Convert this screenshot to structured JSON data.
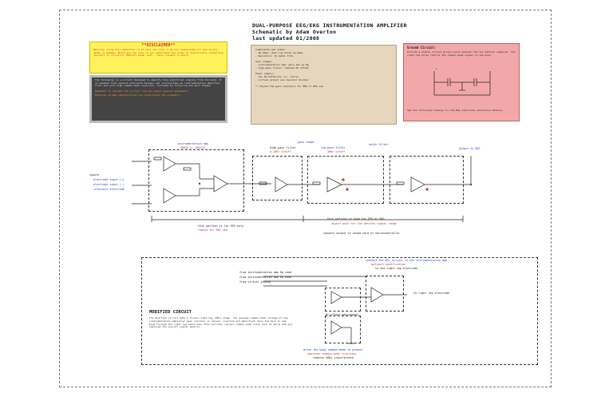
{
  "header": {
    "title_line1": "DUAL-PURPOSE EEG/EKG INSTRUMENTATION AMPLIFIER",
    "title_line2": "Schematic by Adam Overton",
    "title_line3": "last updated 01/2008"
  },
  "disclaimer": {
    "heading": "**DISCLAIMER**",
    "text": "Warning: using this amplifier is at your own risk. I am not responsible for any injury, death or damage. Build and use only if you understand the risks of electrically connecting yourself to circuitry. Battery power only - never connect to mains."
  },
  "notes_gray": {
    "text": "The following is a circuit designed to amplify tiny electrical signals from the body. It is adapted from several published designs and incorporates an instrumentation amplifier front end with high common-mode rejection, followed by filtering and gain stages.",
    "orange_1": "Remember to isolate the circuit from any mains-powered equipment!",
    "orange_2": "Optional op-amp substitutions are noted below the schematic."
  },
  "parts_notes": {
    "text": "Components and notes:\n- Op-amps: dual low-noise op-amps\n- Resistors: 1% metal film\n\nGain stages:\n- instrumentation amp: gain set by Rg\n- high-pass filter: removes DC offset\n\nPower supply:\n- two 9V batteries (+/- rails)\n- virtual ground via resistor divider\n\n** Adjust the gain resistors for EEG or EKG use"
  },
  "schematic_notes": {
    "heading": "Ground Circuit:",
    "text": "Provide a stable virtual ground point between the two battery supplies. The right-leg drive returns the common-mode signal to the body.",
    "text2": "See the following drawing for the DRL electrode connection details."
  },
  "labels": {
    "inst_amp": "instrumentation amp",
    "inst_amp_sub": "AD620 or INA128",
    "input_hdr": "inputs",
    "input_1": "electrode input (+)",
    "input_2": "electrode input (-)",
    "input_3": "reference electrode",
    "hp_filter": "high-pass filter",
    "hp_sub": "0.16Hz cutoff",
    "gain_stage": "gain stage",
    "lp_filter": "low-pass filter",
    "lp_sub": "40Hz cutoff",
    "notch": "notch filter",
    "output": "output to ADC",
    "stage_note_1": "this portion is for EEG only",
    "stage_note_2": "remove for EKG use",
    "stage_note_3": "this portion is used for EEG or EKG",
    "stage_note_4": "adjust gain for the desired signal range",
    "stage_note_5": "connect output to sound card or microcontroller",
    "mod_hdr": "connect the DRL circuit to the instrumentation amp",
    "mod_sub": "optional modification",
    "mod_sub2": "to the right leg electrode",
    "mod_in1": "from instrumentation amp Rg node",
    "mod_in2": "from instrumentation amp Rg node",
    "mod_in3": "from virtual ground",
    "mod_out": "to right leg electrode",
    "mod_dc": "DC offset adjustment",
    "mod_bottom1": "drive the body common-mode to ground",
    "mod_bottom2": "improves common-mode rejection",
    "mod_bottom3": "reduces 60Hz interference"
  },
  "modified": {
    "title": "MODIFIED CIRCUIT",
    "text": "The modified circuit adds a driven-right-leg (DRL) stage. The average common-mode voltage at the instrumentation amplifier gain resistor is sensed, inverted and amplified, then fed back to the body through the right leg electrode. This actively cancels common-mode noise such as mains hum and improves the overall signal quality."
  }
}
